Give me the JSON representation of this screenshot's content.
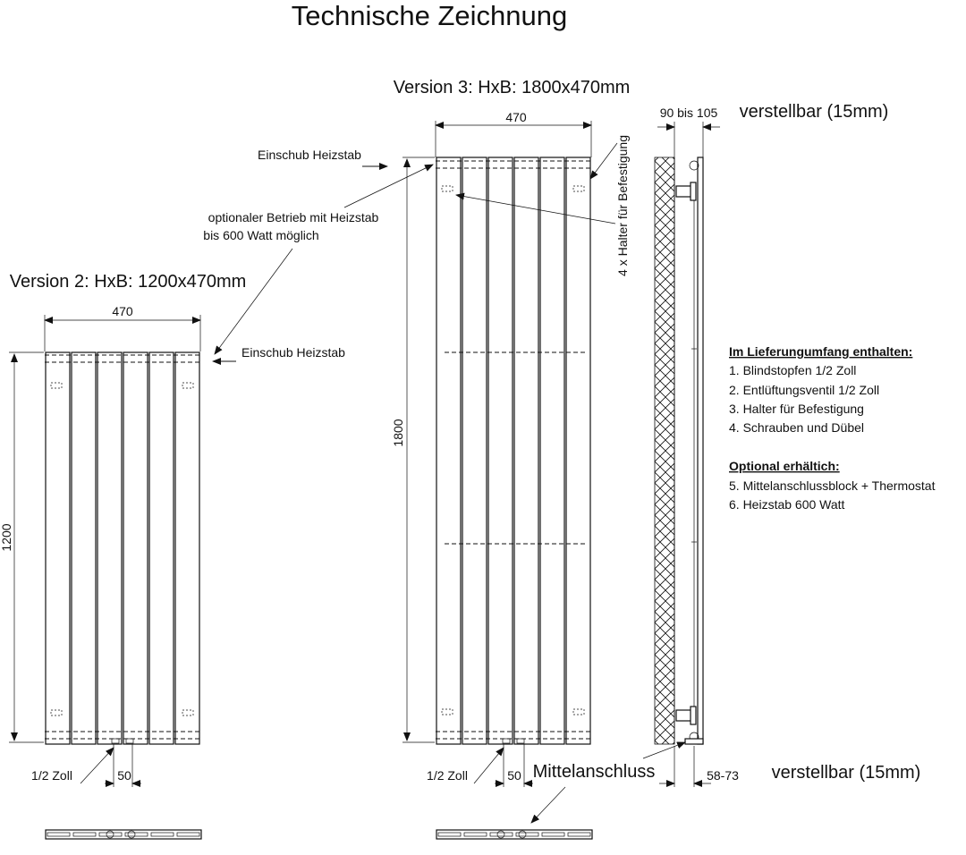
{
  "title": "Technische Zeichnung",
  "version3": {
    "label": "Version 3: HxB: 1800x470mm",
    "width_dim": "470",
    "height_dim": "1800",
    "pipe_label": "1/2 Zoll",
    "spacing_dim": "50"
  },
  "version2": {
    "label": "Version 2: HxB: 1200x470mm",
    "width_dim": "470",
    "height_dim": "1200",
    "pipe_label": "1/2 Zoll",
    "spacing_dim": "50"
  },
  "annotations": {
    "einschub_top": "Einschub Heizstab",
    "einschub_mid": "Einschub Heizstab",
    "optional_line1": "optionaler Betrieb mit Heizstab",
    "optional_line2": "bis 600 Watt möglich",
    "halter": "4 x Halter für Befestigung",
    "mittelanschluss": "Mittelanschluss"
  },
  "side_view": {
    "top_dim": "90 bis 105",
    "top_note": "verstellbar (15mm)",
    "bottom_dim": "58-73",
    "bottom_note": "verstellbar (15mm)"
  },
  "lieferumfang": {
    "heading": "Im Lieferungumfang enthalten:",
    "items": [
      "1. Blindstopfen 1/2 Zoll",
      "2. Entlüftungsventil 1/2 Zoll",
      "3. Halter für Befestigung",
      "4. Schrauben und Dübel"
    ]
  },
  "optional": {
    "heading": "Optional erhältich:",
    "items": [
      "5. Mittelanschlussblock + Thermostat",
      "6. Heizstab 600 Watt"
    ]
  }
}
